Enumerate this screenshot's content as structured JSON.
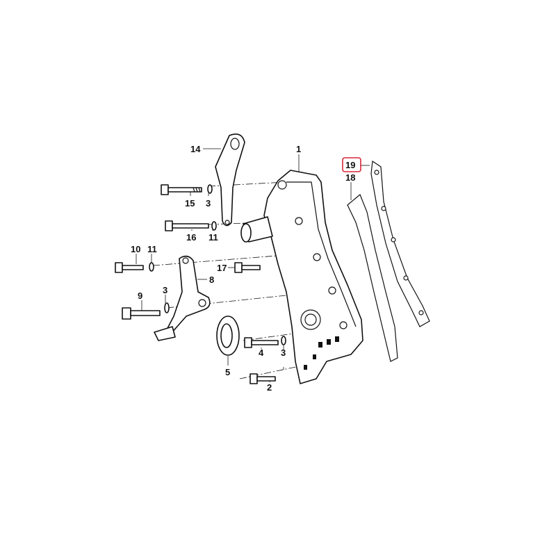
{
  "highlight_color": "#d9273a",
  "callouts": {
    "c1": "1",
    "c2": "2",
    "c3a": "3",
    "c3b": "3",
    "c3c": "3",
    "c4": "4",
    "c5": "5",
    "c8": "8",
    "c9": "9",
    "c10": "10",
    "c11a": "11",
    "c11b": "11",
    "c14": "14",
    "c15": "15",
    "c16": "16",
    "c17": "17",
    "c18": "18",
    "c19": "19"
  }
}
